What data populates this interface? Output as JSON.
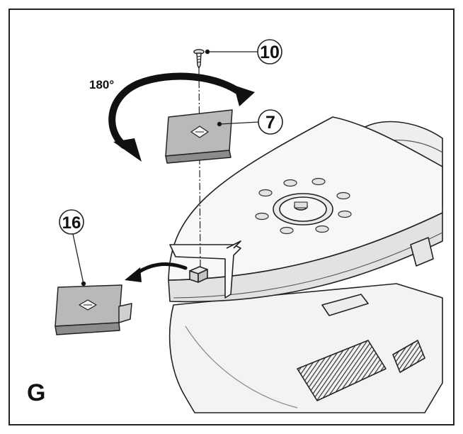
{
  "figure": {
    "letter": "G",
    "rotation_label": "180°"
  },
  "callouts": [
    {
      "id": "screw",
      "label": "10"
    },
    {
      "id": "pad-top",
      "label": "7"
    },
    {
      "id": "pad-removed",
      "label": "16"
    }
  ],
  "colors": {
    "line": "#222222",
    "pad_face": "#b9b9b9",
    "pad_side": "#8c8c8c",
    "body_light": "#f3f3f3",
    "body_shade": "#d9d9d9",
    "vent_dark": "#444444"
  }
}
